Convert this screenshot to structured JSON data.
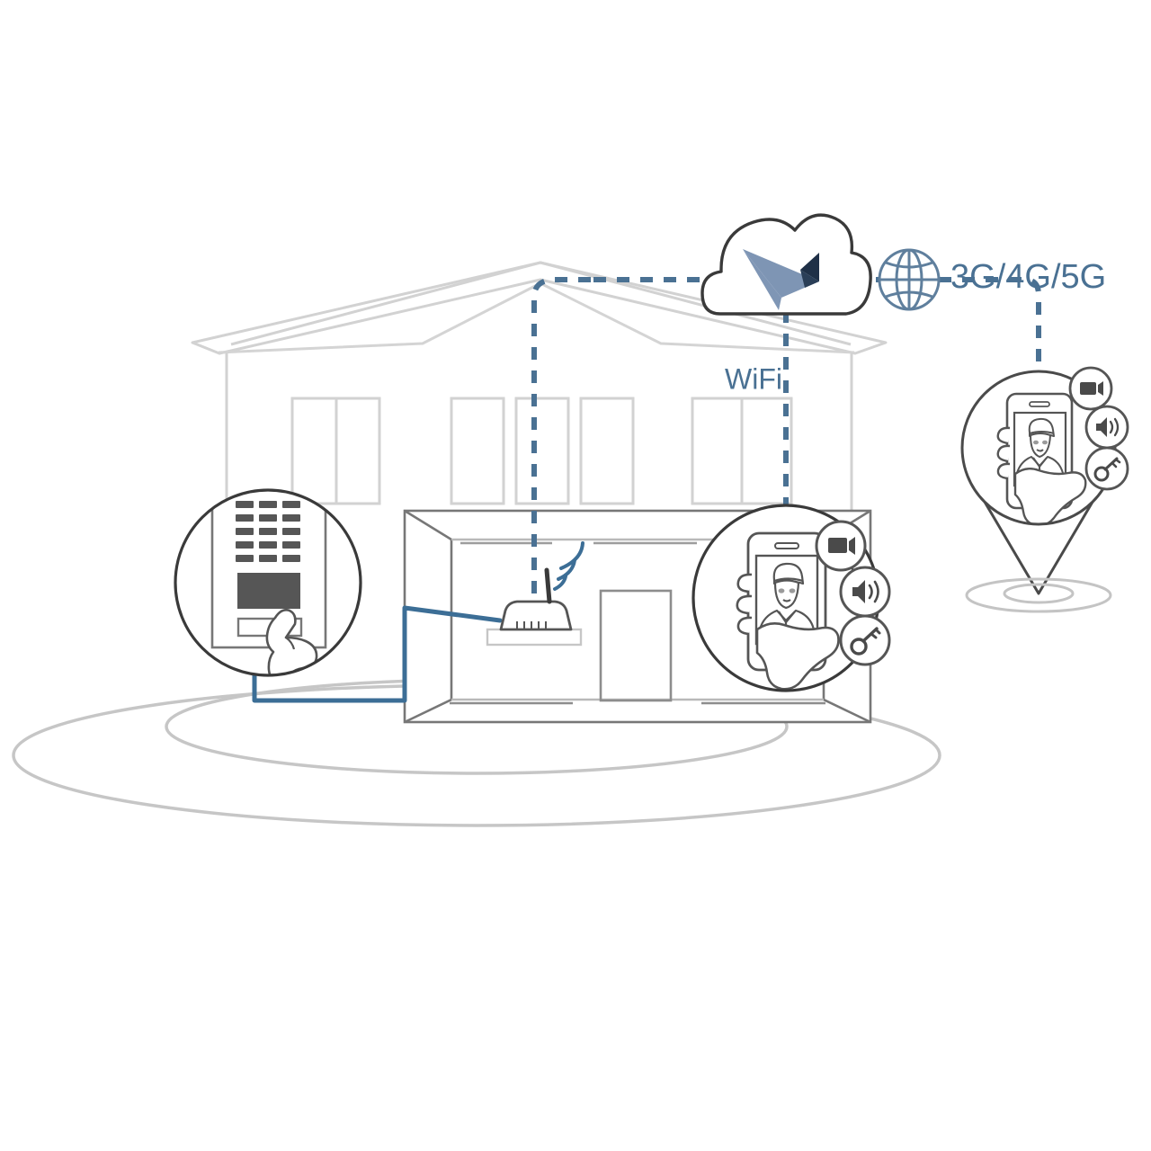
{
  "diagram": {
    "title": "Smart Door Station Connectivity Diagram",
    "labels": {
      "wifi": "WiFi",
      "mobile_network": "3G/4G/5G"
    },
    "colors": {
      "accent_blue": "#4a7193",
      "cable_blue": "#3c6e96",
      "house_gray": "#cfcfcf",
      "outline_dark": "#4a4a4a",
      "icon_fill": "#5a5a5a",
      "cloud_logo_light": "#7e95b4",
      "cloud_logo_dark": "#1f3047",
      "ground_gray": "#c4c4c4",
      "background": "#ffffff"
    },
    "nodes": [
      {
        "id": "door-station",
        "name": "Door Station",
        "shape": "circle",
        "elements": [
          "keypad",
          "camera-display",
          "name-plate",
          "pressing-hand"
        ],
        "keypad_rows": 5,
        "keypad_cols": 3
      },
      {
        "id": "router",
        "name": "WiFi Router",
        "shape": "device-on-shelf",
        "elements": [
          "antenna",
          "wifi-arcs",
          "ethernet-cable"
        ]
      },
      {
        "id": "indoor-smartphone",
        "name": "Indoor Smartphone",
        "shape": "circle",
        "screen_content": "visitor-video",
        "badges": [
          "video-icon",
          "speaker-icon",
          "key-icon"
        ]
      },
      {
        "id": "remote-smartphone",
        "name": "Remote Smartphone",
        "shape": "map-pin",
        "screen_content": "visitor-video",
        "badges": [
          "video-icon",
          "speaker-icon",
          "key-icon"
        ]
      },
      {
        "id": "cloud",
        "name": "Cloud Service",
        "shape": "cloud",
        "elements": [
          "cloud-logo"
        ]
      },
      {
        "id": "globe",
        "name": "Internet Globe",
        "shape": "globe"
      },
      {
        "id": "house",
        "name": "House",
        "shape": "house-outline",
        "elements": [
          "roof",
          "facade",
          "windows",
          "interior-room",
          "door",
          "shelf"
        ]
      },
      {
        "id": "ground",
        "name": "Ground Plane",
        "shape": "concentric-ellipses"
      }
    ],
    "connections": [
      {
        "id": "cable-door-to-router",
        "from": "door-station",
        "to": "router",
        "style": "solid",
        "color": "#3c6e96",
        "medium": "ethernet-cable"
      },
      {
        "id": "wifi-router-to-cloud",
        "from": "router",
        "to": "cloud",
        "style": "dashed",
        "color": "#4a7193",
        "medium": "wifi"
      },
      {
        "id": "wifi-cloud-to-indoor-phone",
        "from": "cloud",
        "to": "indoor-smartphone",
        "style": "dashed",
        "color": "#4a7193",
        "medium": "wifi"
      },
      {
        "id": "cloud-to-globe",
        "from": "cloud",
        "to": "globe",
        "style": "dashed",
        "color": "#4a7193",
        "medium": "internet"
      },
      {
        "id": "globe-to-remote-phone",
        "from": "globe",
        "to": "remote-smartphone",
        "style": "dashed",
        "color": "#4a7193",
        "medium": "3G/4G/5G"
      }
    ],
    "badge_icons": [
      {
        "id": "video-icon",
        "label": "Video"
      },
      {
        "id": "speaker-icon",
        "label": "Audio"
      },
      {
        "id": "key-icon",
        "label": "Door Release"
      }
    ]
  }
}
